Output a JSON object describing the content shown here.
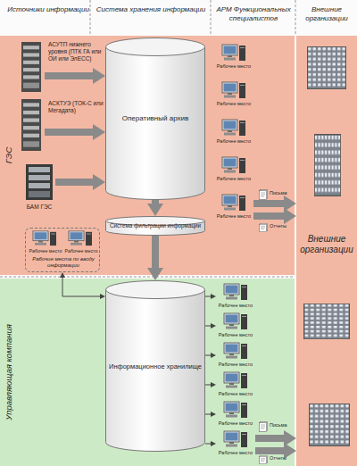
{
  "diagram": {
    "nodes": [
      {
        "text": [
          "ГЭС"
        ]
      },
      {
        "text": [
          "АСУТП нижнего уровня (ПТК ГА или ОИ или ЭлЕСС)"
        ],
        "in": 0
      },
      {
        "text": [
          "АСКТУЭ (ТОК-С или Мегадата)"
        ],
        "in": 0
      },
      {
        "text": [
          "БАМ ГЭС"
        ],
        "in": 0
      },
      {
        "text": [
          "Оперативный архив"
        ],
        "in": 0
      },
      {
        "text": [
          "Система фильтрации информации"
        ],
        "in": 0
      },
      {
        "text": [
          "Рабочие места по вводу информации"
        ],
        "in": 0
      },
      {
        "text": [
          "Рабочее место"
        ],
        "in": 6
      },
      {
        "text": [
          "Рабочее место"
        ],
        "in": 6
      },
      {
        "text": [
          "Рабочее место"
        ],
        "in": 0
      },
      {
        "text": [
          "Рабочее место"
        ],
        "in": 0
      },
      {
        "text": [
          "Рабочее место"
        ],
        "in": 0
      },
      {
        "text": [
          "Рабочее место"
        ],
        "in": 0
      },
      {
        "text": [
          "Рабочее место"
        ],
        "in": 0
      },
      {
        "text": [
          "Управляющая компания"
        ]
      },
      {
        "text": [
          "Информационное хранилище"
        ],
        "in": 14
      },
      {
        "text": [
          "Рабочее место"
        ],
        "in": 14
      },
      {
        "text": [
          "Рабочее место"
        ],
        "in": 14
      },
      {
        "text": [
          "Рабочее место"
        ],
        "in": 14
      },
      {
        "text": [
          "Рабочее место"
        ],
        "in": 14
      },
      {
        "text": [
          "Рабочее место"
        ],
        "in": 14
      },
      {
        "text": [
          "Рабочее место"
        ],
        "in": 14
      },
      {
        "text": [
          "Внешние организации"
        ]
      }
    ],
    "edges": [
      {
        "from": 1,
        "to": 4,
        "arrow": "to"
      },
      {
        "from": 2,
        "to": 4,
        "arrow": "to"
      },
      {
        "from": 3,
        "to": 4,
        "arrow": "to"
      },
      {
        "from": 4,
        "to": 5,
        "arrow": "to"
      },
      {
        "from": 5,
        "to": 15,
        "arrow": "to"
      },
      {
        "from": 6,
        "to": 15,
        "arrow": "both"
      },
      {
        "from": 15,
        "to": 16,
        "arrow": "to"
      },
      {
        "from": 15,
        "to": 17,
        "arrow": "to"
      },
      {
        "from": 15,
        "to": 18,
        "arrow": "to"
      },
      {
        "from": 15,
        "to": 19,
        "arrow": "to"
      },
      {
        "from": 15,
        "to": 20,
        "arrow": "to"
      },
      {
        "from": 15,
        "to": 21,
        "arrow": "to"
      },
      {
        "from": 13,
        "to": 22,
        "arrow": "to"
      },
      {
        "from": 13,
        "to": 22,
        "arrow": "to"
      },
      {
        "from": 21,
        "to": 22,
        "arrow": "to"
      },
      {
        "from": 21,
        "to": 22,
        "arrow": "to"
      }
    ],
    "labels": [
      "Источники информации",
      "Система хранения информации",
      "АРМ Функциональных специалистов",
      "Внешние организации",
      "Письма",
      "Отчеты",
      "Письма",
      "Отчеты"
    ]
  }
}
